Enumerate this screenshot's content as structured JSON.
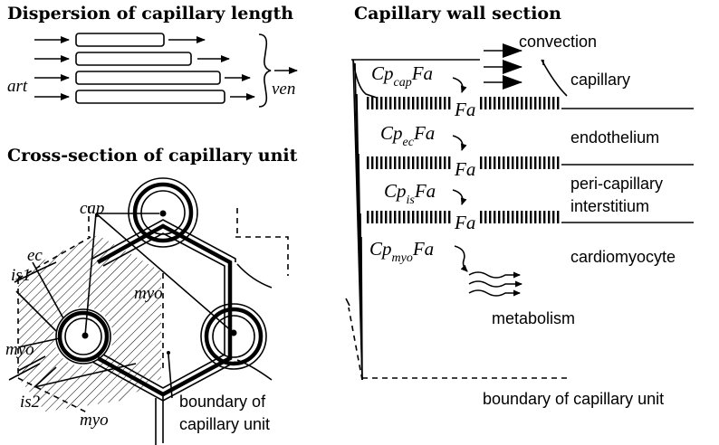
{
  "titles": {
    "dispersion": "Dispersion of capillary length",
    "cross_section": "Cross-section of capillary unit",
    "wall_section": "Capillary wall section"
  },
  "dispersion": {
    "art": "art",
    "ven": "ven"
  },
  "cross": {
    "cap": "cap",
    "ec": "ec",
    "is1": "is1",
    "is2": "is2",
    "myo_1": "myo",
    "myo_2": "myo",
    "myo_3": "myo",
    "boundary_line1": "boundary of",
    "boundary_line2": "capillary unit"
  },
  "wall": {
    "convection": "convection",
    "metabolism": "metabolism",
    "boundary": "boundary of capillary unit",
    "layers": [
      "capillary",
      "endothelium",
      "peri-capillary",
      "interstitium",
      "cardiomyocyte"
    ],
    "terms": [
      {
        "main": "Cp",
        "sub": "cap",
        "tail": "Fa"
      },
      {
        "main": "Cp",
        "sub": "ec",
        "tail": "Fa"
      },
      {
        "main": "Cp",
        "sub": "is",
        "tail": "Fa"
      },
      {
        "main": "Cp",
        "sub": "myo",
        "tail": "Fa"
      }
    ],
    "fa": "Fa"
  }
}
